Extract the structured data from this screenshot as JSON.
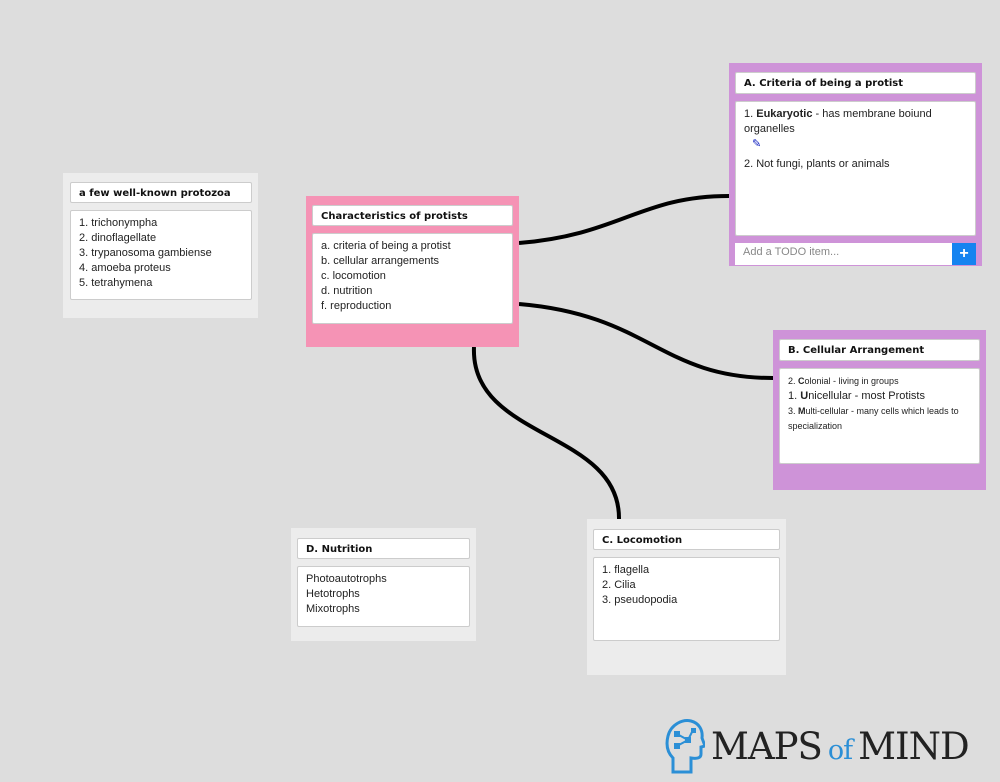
{
  "nodes": {
    "protozoa": {
      "title": "a few well-known protozoa",
      "items": [
        "1. trichonympha",
        "2. dinoflagellate",
        "3. trypanosoma gambiense",
        "4. amoeba proteus",
        "5. tetrahymena"
      ]
    },
    "characteristics": {
      "title": "Characteristics of protists",
      "items": [
        "a. criteria of being a protist",
        "b. cellular arrangements",
        "c. locomotion",
        "d. nutrition",
        "f. reproduction"
      ]
    },
    "criteria": {
      "title": "A. Criteria of being a protist",
      "item1_bold": "Eukaryotic",
      "item1_num": "1. ",
      "item1_rest": " - has membrane boiund organelles",
      "item2": "2. Not fungi, plants or animals",
      "todo_placeholder": "Add a TODO item...",
      "add_label": "+"
    },
    "cellular": {
      "title": "B. Cellular Arrangement",
      "items": [
        {
          "num": "2. ",
          "bold": "C",
          "rest": "olonial - living in groups"
        },
        {
          "num": "1. ",
          "bold": "U",
          "rest": "nicellular - most Protists"
        },
        {
          "num": "3. ",
          "bold": "M",
          "rest": "ulti-cellular - many cells which leads to specialization"
        }
      ]
    },
    "locomotion": {
      "title": "C. Locomotion",
      "items": [
        "1. flagella",
        "2. Cilia",
        "3. pseudopodia"
      ]
    },
    "nutrition": {
      "title": "D. Nutrition",
      "items": [
        "Photoautotrophs",
        "Hetotrophs",
        "Mixotrophs"
      ]
    }
  },
  "logo": {
    "main1": "MAPS",
    "of": "of",
    "main2": "MIND"
  },
  "colors": {
    "pink": "#f593b5",
    "purple": "#ce93d8",
    "grey": "#ececec",
    "accent": "#1583f0"
  }
}
